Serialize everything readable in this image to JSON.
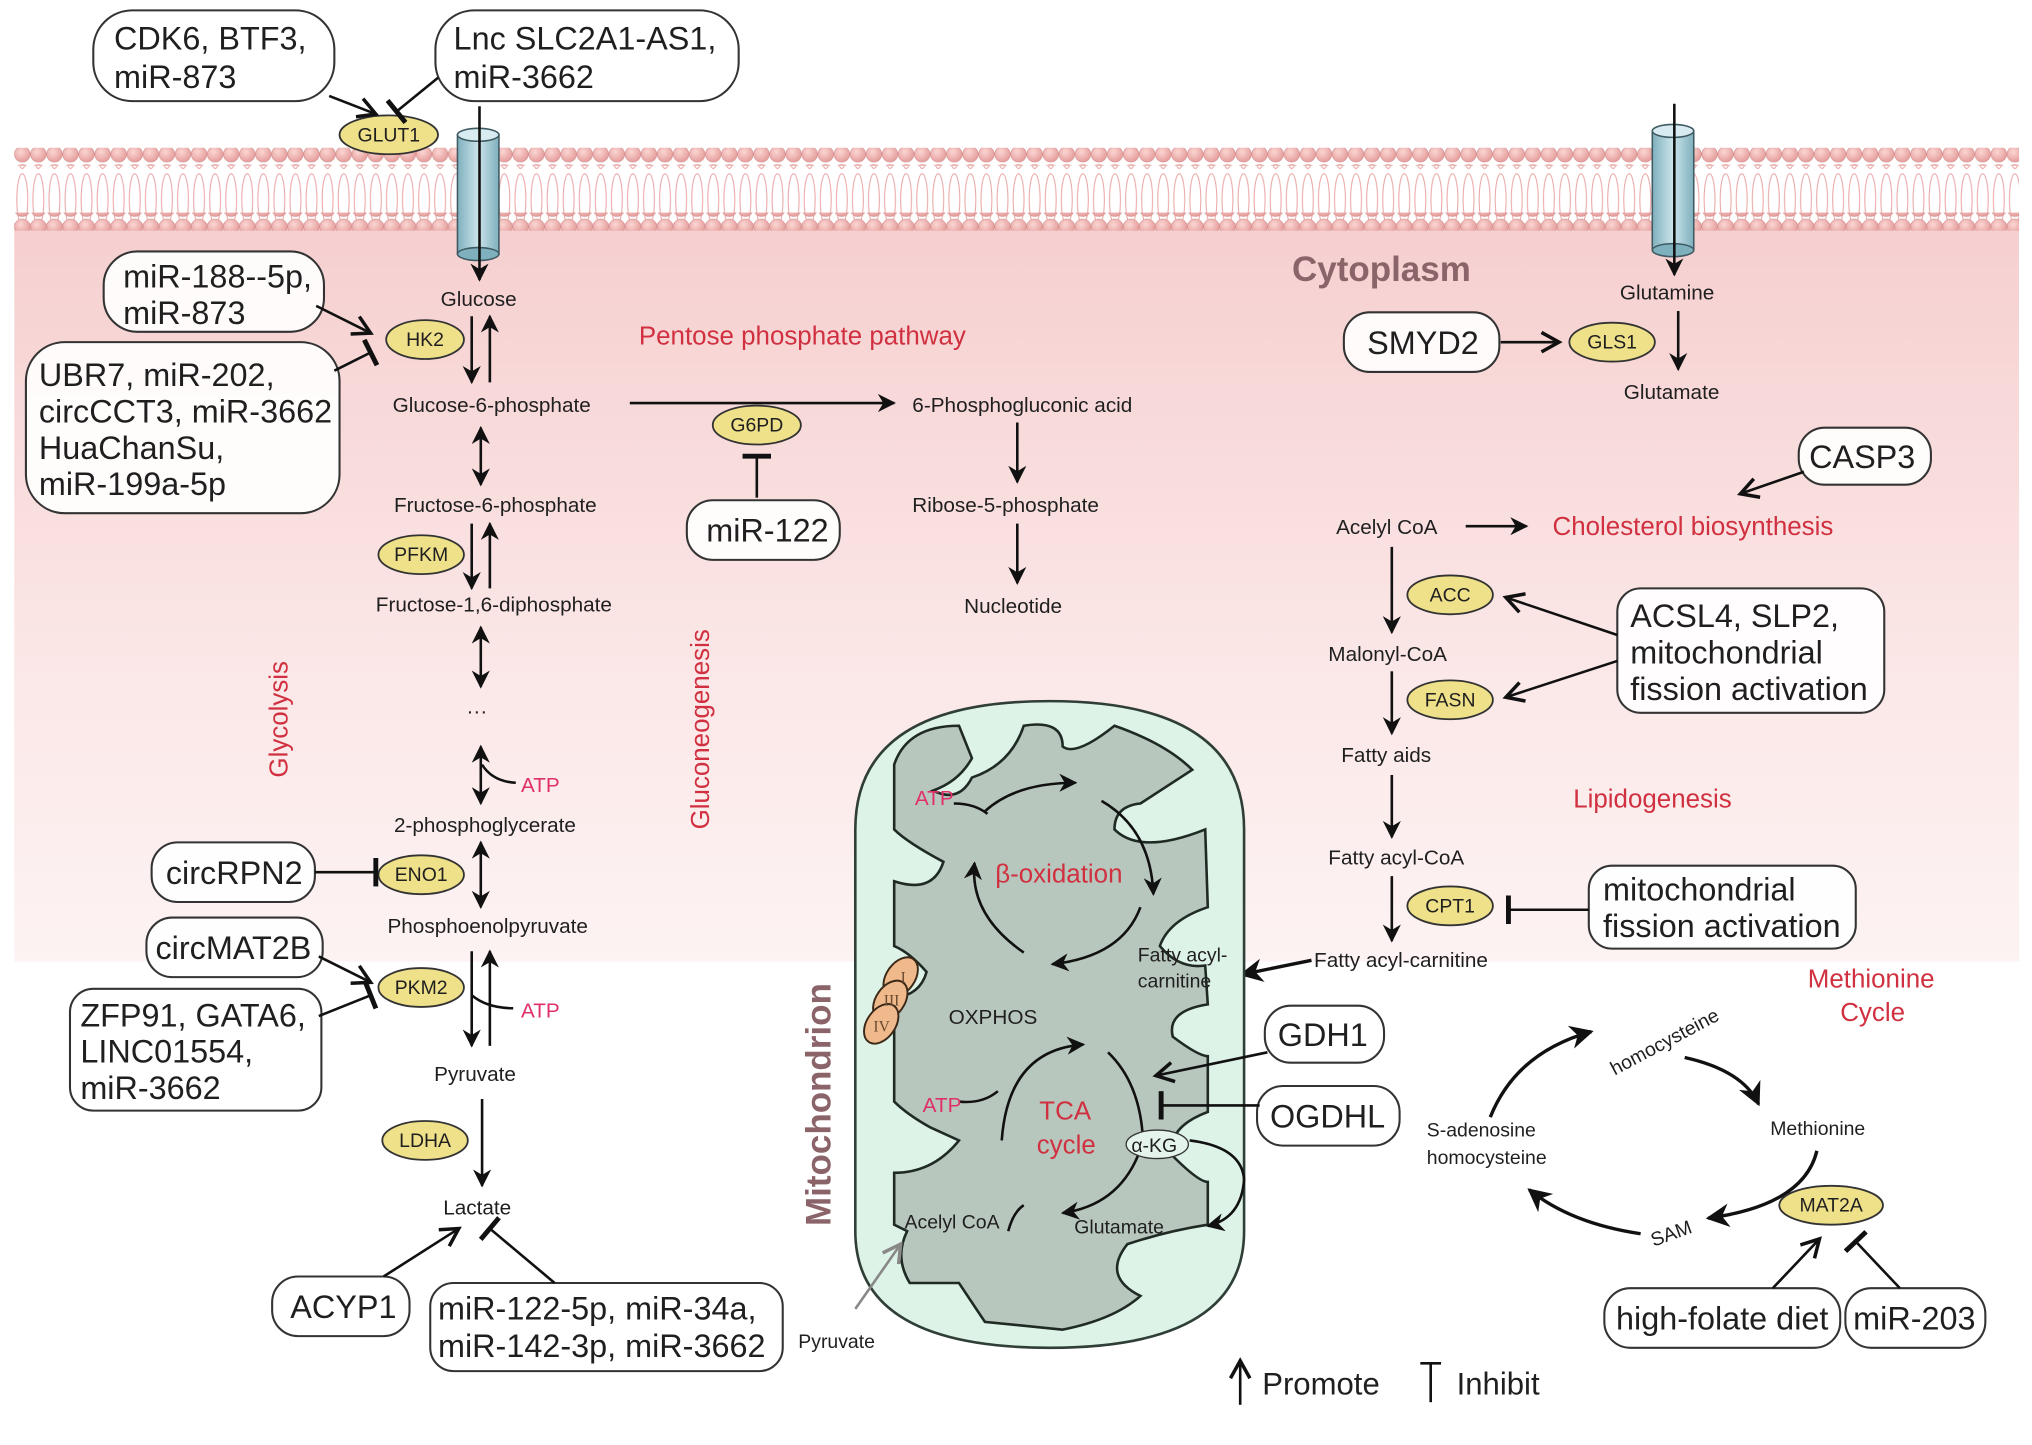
{
  "regions": {
    "cytoplasm": "Cytoplasm",
    "mitochondrion": "Mitochondrion"
  },
  "colors": {
    "pathway_label": "#d0303f",
    "atp": "#e0306a",
    "enzyme_fill": "#efe08a",
    "cytoplasm_top": "#f6cfcf",
    "mito_outer": "#def3e8",
    "mito_inner": "#b8c7bd",
    "membrane_head": "#eea8a8"
  },
  "pathways": {
    "glycolysis": "Glycolysis",
    "gluconeogenesis": "Gluconeogenesis",
    "ppp": "Pentose phosphate pathway",
    "cholesterol": "Cholesterol biosynthesis",
    "lipidogenesis": "Lipidogenesis",
    "methionine_1": "Methionine",
    "methionine_2": "Cycle",
    "beta_ox": "β-oxidation",
    "tca_1": "TCA",
    "tca_2": "cycle",
    "oxphos": "OXPHOS"
  },
  "metabolites": {
    "glucose": "Glucose",
    "g6p": "Glucose-6-phosphate",
    "f6p": "Fructose-6-phosphate",
    "f16bp": "Fructose-1,6-diphosphate",
    "ellipsis": "···",
    "pg2": "2-phosphoglycerate",
    "pep": "Phosphoenolpyruvate",
    "pyruvate": "Pyruvate",
    "lactate": "Lactate",
    "pga": "6-Phosphogluconic acid",
    "r5p": "Ribose-5-phosphate",
    "nucleotide": "Nucleotide",
    "glutamine": "Glutamine",
    "glutamate": "Glutamate",
    "acetylcoa": "Acelyl CoA",
    "malonylcoa": "Malonyl-CoA",
    "fattyacids": "Fatty aids",
    "fattyacylcoa": "Fatty acyl-CoA",
    "fattyacylcarnitine": "Fatty acyl-carnitine",
    "mito_fac_1": "Fatty acyl-",
    "mito_fac_2": "carnitine",
    "mito_acetylcoa": "Acelyl CoA",
    "mito_glutamate": "Glutamate",
    "akg": "α-KG",
    "mito_pyruvate": "Pyruvate",
    "homocysteine": "homocysteine",
    "methionine": "Methionine",
    "sam": "SAM",
    "sah_1": "S-adenosine",
    "sah_2": "homocysteine",
    "atp": "ATP"
  },
  "enzymes": {
    "glut1": "GLUT1",
    "hk2": "HK2",
    "pfkm": "PFKM",
    "eno1": "ENO1",
    "pkm2": "PKM2",
    "ldha": "LDHA",
    "g6pd": "G6PD",
    "gls1": "GLS1",
    "acc": "ACC",
    "fasn": "FASN",
    "cpt1": "CPT1",
    "mat2a": "MAT2A",
    "complex_1": "I",
    "complex_3": "III",
    "complex_4": "IV"
  },
  "regulators": {
    "glut1_promote": [
      "CDK6, BTF3,",
      "miR-873"
    ],
    "glut1_inhibit": [
      "Lnc SLC2A1-AS1,",
      "miR-3662"
    ],
    "hk2_promote": [
      "miR-188--5p,",
      "miR-873"
    ],
    "hk2_inhibit": [
      "UBR7, miR-202,",
      "circCCT3, miR-3662",
      "HuaChanSu,",
      "miR-199a-5p"
    ],
    "eno1_inhibit": [
      "circRPN2"
    ],
    "pkm2_promote": [
      "circMAT2B"
    ],
    "pkm2_inhibit": [
      "ZFP91, GATA6,",
      "LINC01554,",
      "miR-3662"
    ],
    "lactate_promote": [
      "ACYP1"
    ],
    "lactate_inhibit": [
      "miR-122-5p, miR-34a,",
      "miR-142-3p, miR-3662"
    ],
    "g6pd_inhibit": [
      "miR-122"
    ],
    "gls1_promote": [
      "SMYD2"
    ],
    "cholesterol_promote": [
      "CASP3"
    ],
    "acc_fasn_promote": [
      "ACSL4, SLP2,",
      "mitochondrial",
      "fission activation"
    ],
    "cpt1_inhibit": [
      "mitochondrial",
      "fission activation"
    ],
    "tca_promote": [
      "GDH1"
    ],
    "tca_inhibit": [
      "OGDHL"
    ],
    "mat2a_promote": [
      "high-folate diet"
    ],
    "mat2a_inhibit": [
      "miR-203"
    ]
  },
  "legend": {
    "promote": "Promote",
    "inhibit": "Inhibit"
  }
}
